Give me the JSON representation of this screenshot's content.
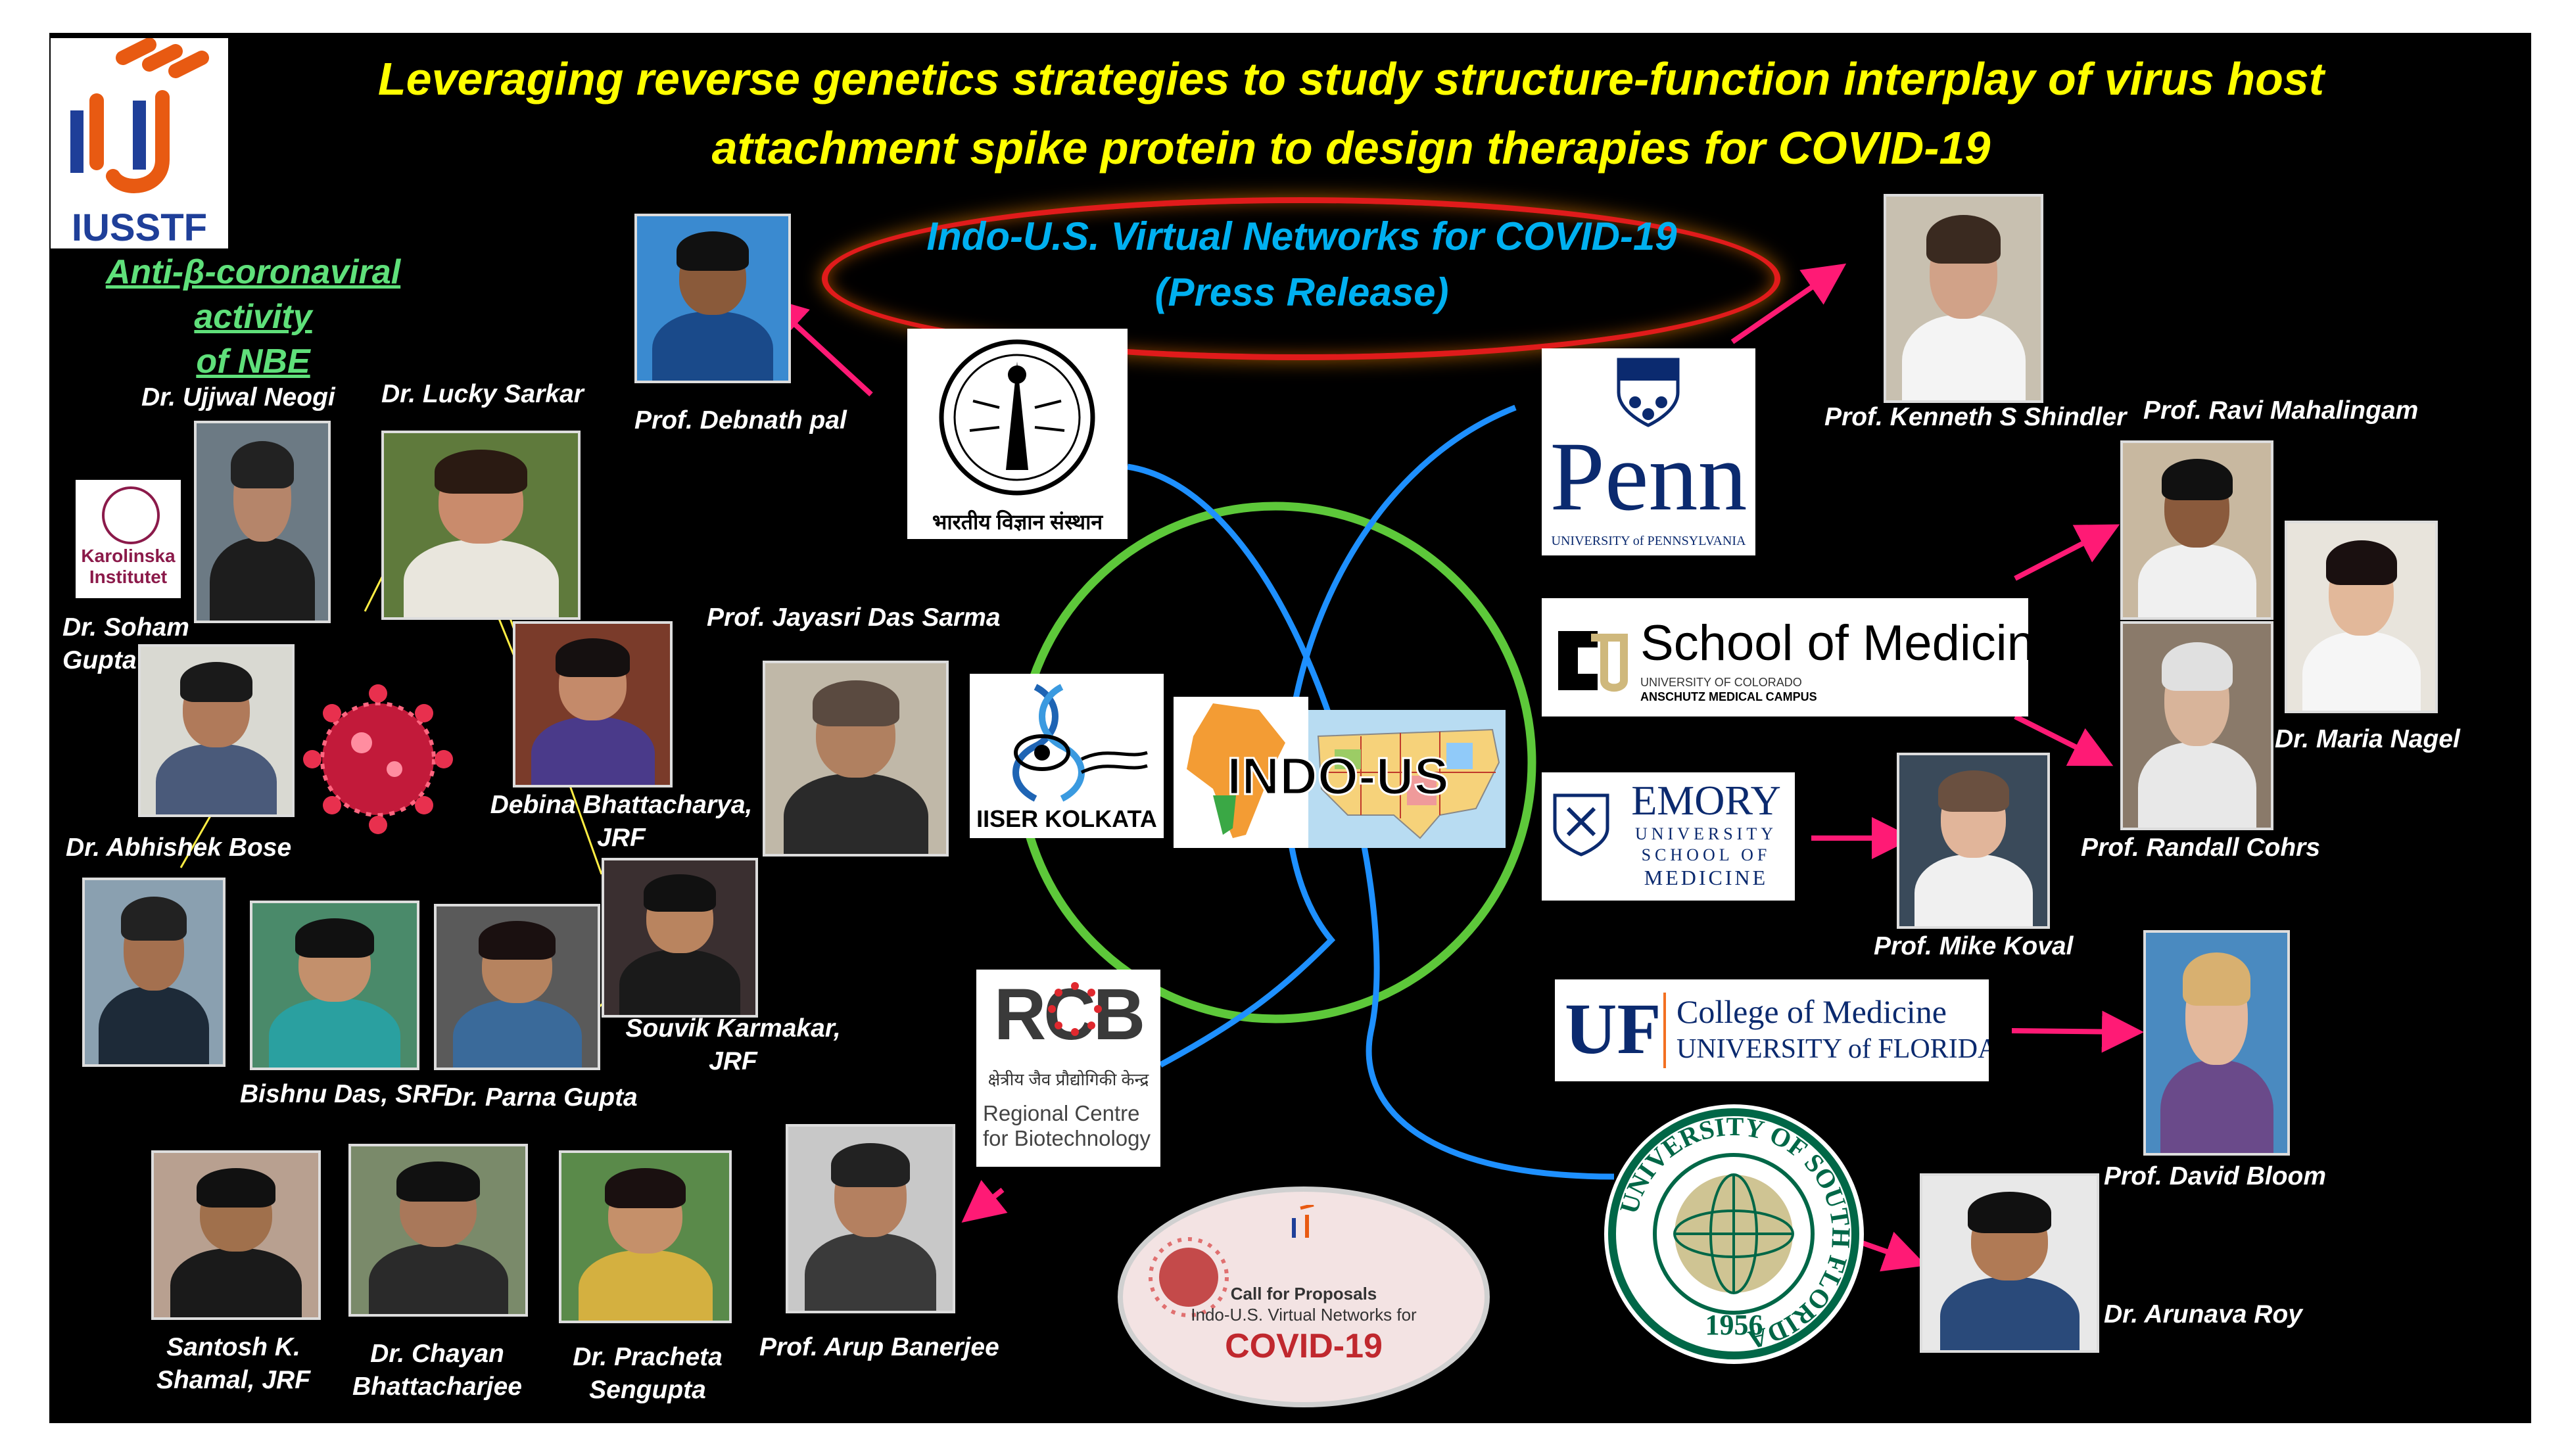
{
  "title": {
    "line1": "Leveraging reverse genetics strategies to study structure-function interplay of virus host",
    "line2": "attachment spike protein to design therapies for COVID-19"
  },
  "logo": {
    "text": "IUSSTF"
  },
  "press": {
    "line1": "Indo-U.S. Virtual Networks for COVID-19",
    "line2": "(Press Release)"
  },
  "nbe": {
    "line1": "Anti-β-coronaviral activity",
    "line2": "of NBE"
  },
  "people": {
    "ujjwal": "Dr. Ujjwal Neogi",
    "lucky": "Dr. Lucky Sarkar",
    "soham1": "Dr. Soham",
    "soham2": "Gupta",
    "abhishek": "Dr. Abhishek Bose",
    "debina1": "Debina  Bhattacharya,",
    "debina2": "JRF",
    "souvik1": "Souvik Karmakar,",
    "souvik2": "JRF",
    "bishnu": "Bishnu Das, SRF",
    "parna": "Dr. Parna Gupta",
    "santosh1": "Santosh K.",
    "santosh2": "Shamal, JRF",
    "chayan1": "Dr. Chayan",
    "chayan2": "Bhattacharjee",
    "pracheta1": "Dr. Pracheta",
    "pracheta2": "Sengupta",
    "arup": "Prof. Arup Banerjee",
    "debnath": "Prof. Debnath pal",
    "jayasri": "Prof. Jayasri Das Sarma",
    "kenneth": "Prof. Kenneth S Shindler",
    "ravi": "Prof. Ravi Mahalingam",
    "maria": "Dr. Maria Nagel",
    "randall": "Prof. Randall Cohrs",
    "mike": "Prof. Mike Koval",
    "david": "Prof. David Bloom",
    "arunava": "Dr. Arunava Roy"
  },
  "institutions": {
    "karolinska1": "Karolinska",
    "karolinska2": "Institutet",
    "iisc": "भारतीय विज्ञान संस्थान",
    "iiser": "IISER KOLKATA",
    "indo_us": "INDO-US",
    "rcb_logo": "RCB",
    "rcb_hindi": "क्षेत्रीय जैव प्रौद्योगिकी केन्द्र",
    "rcb1": "Regional Centre",
    "rcb2": "for Biotechnology",
    "penn": "Penn",
    "penn_sub": "UNIVERSITY of PENNSYLVANIA",
    "cu_title": "School of Medicine",
    "cu_sub1": "UNIVERSITY OF COLORADO",
    "cu_sub2": "ANSCHUTZ MEDICAL CAMPUS",
    "emory1": "EMORY",
    "emory2": "UNIVERSITY",
    "emory3": "SCHOOL OF",
    "emory4": "MEDICINE",
    "uf_mark": "UF",
    "uf1": "College of Medicine",
    "uf2": "UNIVERSITY of FLORIDA",
    "usf": "UNIVERSITY OF SOUTH FLORIDA",
    "usf_year": "1956"
  },
  "call": {
    "line1": "Call for Proposals",
    "line2": "Indo-U.S. Virtual Networks for",
    "line3": "COVID-19"
  },
  "colors": {
    "title": "#ffff00",
    "press": "#00b0f0",
    "ring": "#5dc83a",
    "arc": "#1e90ff",
    "arrow": "#ff1a75",
    "nbe": "#5fe07a"
  }
}
